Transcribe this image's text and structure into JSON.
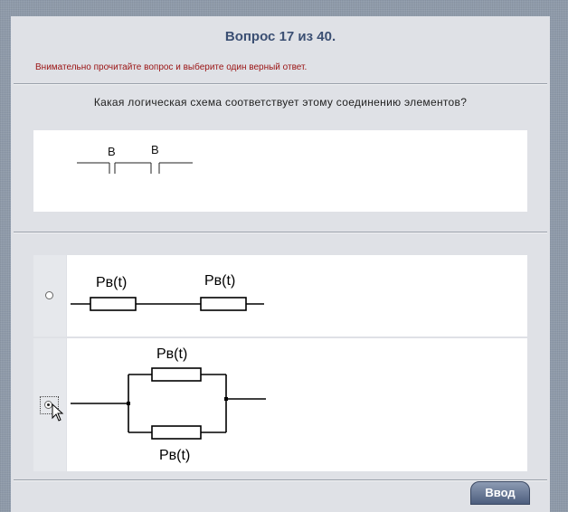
{
  "header": {
    "title": "Вопрос 17 из 40.",
    "instruction": "Внимательно прочитайте вопрос и выберите один верный ответ."
  },
  "question": {
    "text": "Какая логическая схема соответствует этому соединению элементов?",
    "figure_labels": [
      "B",
      "B"
    ]
  },
  "options": [
    {
      "labels": [
        "Pв(t)",
        "Pв(t)"
      ],
      "selected": false,
      "kind": "series"
    },
    {
      "labels": [
        "Pв(t)",
        "Pв(t)"
      ],
      "selected": true,
      "kind": "parallel"
    }
  ],
  "footer": {
    "submit_label": "Ввод"
  },
  "colors": {
    "title": "#3b4f73",
    "instruction": "#9a1212",
    "button": "#5a6a88"
  }
}
